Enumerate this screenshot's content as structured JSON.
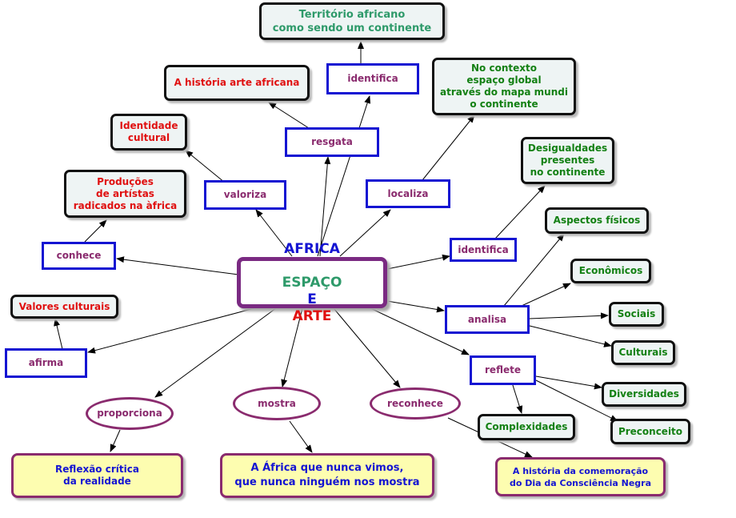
{
  "central": {
    "line1": "AFRICA",
    "word1": "ESPAÇO",
    "word2": "E",
    "word3": "ARTE"
  },
  "verbs": {
    "identifica_top": "identifica",
    "resgata": "resgata",
    "valoriza": "valoriza",
    "localiza": "localiza",
    "conhece": "conhece",
    "identifica_right": "identifica",
    "analisa": "analisa",
    "afirma": "afirma",
    "reflete": "reflete"
  },
  "ellipses": {
    "proporciona": "proporciona",
    "mostra": "mostra",
    "reconhece": "reconhece"
  },
  "concepts": {
    "territorio": "Território africano\ncomo sendo um continente",
    "historia_arte": "A história arte africana",
    "contexto": "No contexto\nespaço global\natravés do mapa mundi\no continente",
    "identidade": "Identidade\ncultural",
    "desigualdades": "Desigualdades\npresentes\nno continente",
    "producoes": "Produções\nde artístas\nradicados na àfrica",
    "aspectos": "Aspectos físicos",
    "economicos": "Econômicos",
    "valores": "Valores culturais",
    "sociais": "Sociais",
    "culturais": "Culturais",
    "diversidades": "Diversidades",
    "complexidades": "Complexidades",
    "preconceito": "Preconceito"
  },
  "outcomes": {
    "reflexao": "Reflexão crítica\nda realidade",
    "africa_nunca": "A África que nunca vimos,\nque nunca ninguém nos mostra",
    "comemoracao": "A história da comemoração\ndo Dia da Consciência Negra"
  },
  "colors": {
    "verb_border": "#1414d2",
    "verb_text": "#8a2b6e",
    "concept_red": "#e01010",
    "concept_green": "#138013",
    "title_blue": "#1414d2",
    "title_teal": "#2e9a6a",
    "title_red": "#e01010",
    "outcome_fill": "#fdfdb0"
  }
}
